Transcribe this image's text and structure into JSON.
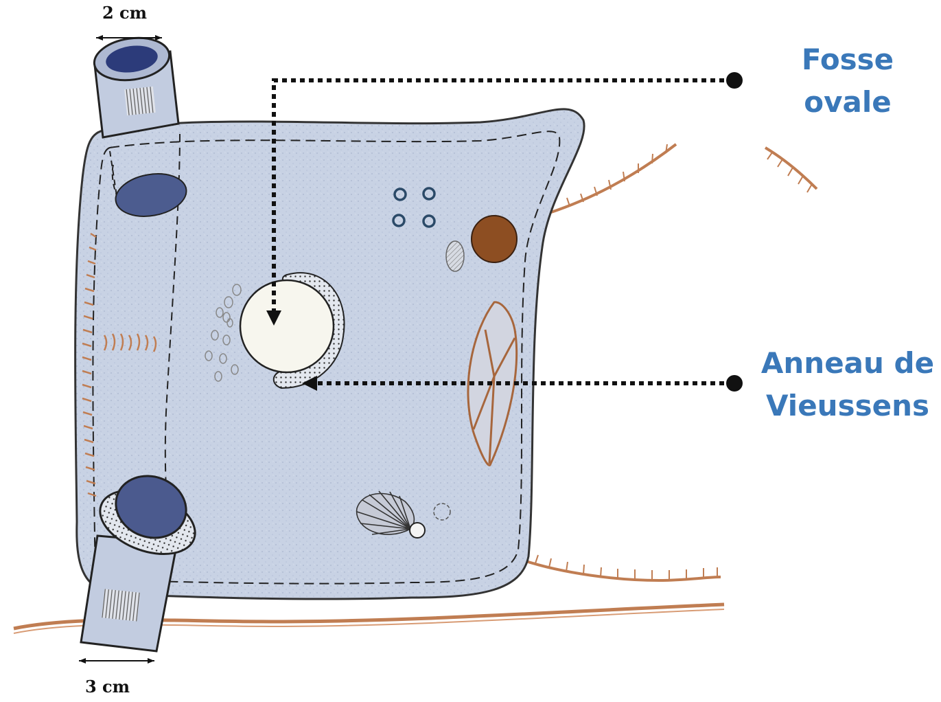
{
  "dimensions": {
    "top": "2 cm",
    "bottom": "3 cm"
  },
  "labels": {
    "fosse_line1": "Fosse",
    "fosse_line2": "ovale",
    "anneau_line1": "Anneau de",
    "anneau_line2": "Vieussens"
  },
  "colors": {
    "label": "#3a78b9",
    "tissue": "#c7d1e3",
    "vessel_lumen": "#414f80",
    "muscle": "#b5703f",
    "fossa": "#f7f6ee"
  }
}
